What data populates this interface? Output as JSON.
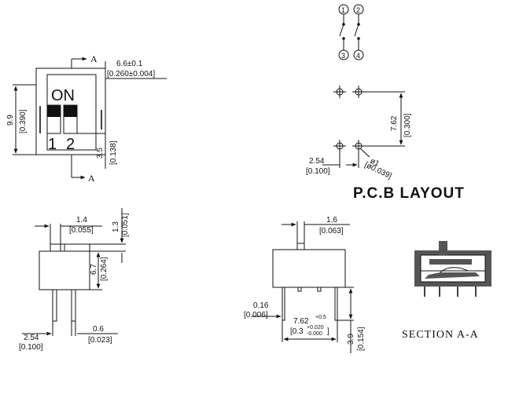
{
  "top_view": {
    "section_mark_top": "A",
    "section_mark_bottom": "A",
    "width_dim": "6.6±0.1",
    "width_dim_in": "[0.260±0.004]",
    "height_dim": "9.9",
    "height_dim_in": "[0.390]",
    "offset_dim": "3.5",
    "offset_dim_in": "[0.138]",
    "on_label": "ON",
    "switch_labels": [
      "1",
      "2"
    ]
  },
  "schematic": {
    "pins": [
      "1",
      "2",
      "3",
      "4"
    ]
  },
  "pcb_layout": {
    "title": "P.C.B LAYOUT",
    "row_dim": "7.62",
    "row_dim_in": "[0.300]",
    "pitch_dim": "2.54",
    "pitch_dim_in": "[0.100]",
    "hole_dim": "ø1",
    "hole_dim_in": "[ø0.039]"
  },
  "side_view": {
    "actuator_width": "1.4",
    "actuator_width_in": "[0.055]",
    "actuator_height": "1.3",
    "actuator_height_in": "[0.051]",
    "body_height": "6.7",
    "body_height_in": "[0.264]",
    "pin_pitch": "2.54",
    "pin_pitch_in": "[0.100]",
    "pin_thickness": "0.6",
    "pin_thickness_in": "[0.023]"
  },
  "front_view": {
    "actuator_width": "1.6",
    "actuator_width_in": "[0.063]",
    "offset": "0.16",
    "offset_in": "[0.006]",
    "row_spacing": "7.62",
    "row_spacing_tol": "+0.5",
    "row_spacing_in": "[0.3",
    "row_spacing_in_tol_plus": "+0.020",
    "row_spacing_in_tol_minus": "-0.000",
    "row_spacing_in_close": "]",
    "pin_length": "3.9",
    "pin_length_in": "[0.154]"
  },
  "section": {
    "label": "SECTION A-A"
  }
}
